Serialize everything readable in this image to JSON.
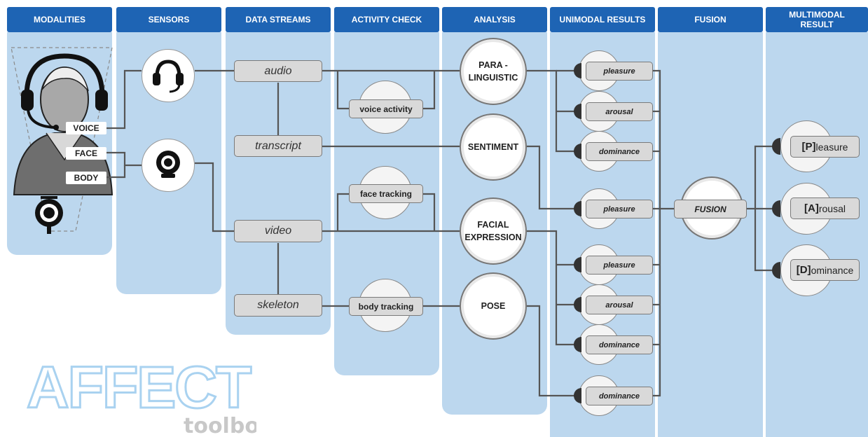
{
  "columns": {
    "modalities": "MODALITIES",
    "sensors": "SENSORS",
    "data_streams": "DATA STREAMS",
    "activity_check": "ACTIVITY CHECK",
    "analysis": "ANALYSIS",
    "unimodal_results": "UNIMODAL RESULTS",
    "fusion": "FUSION",
    "multimodal_result": "MULTIMODAL RESULT"
  },
  "modality_tags": {
    "voice": "VOICE",
    "face": "FACE",
    "body": "BODY"
  },
  "streams": {
    "audio": "audio",
    "transcript": "transcript",
    "video": "video",
    "skeleton": "skeleton"
  },
  "activity": {
    "voice": "voice activity",
    "face": "face tracking",
    "body": "body tracking"
  },
  "analysis": {
    "para": "PARA -\nLINGUISTIC",
    "sentiment": "SENTIMENT",
    "facial": "FACIAL\nEXPRESSION",
    "pose": "POSE"
  },
  "unimodal": {
    "p1": "pleasure",
    "a1": "arousal",
    "d1": "dominance",
    "p2": "pleasure",
    "p3": "pleasure",
    "a3": "arousal",
    "d3": "dominance",
    "d4": "dominance"
  },
  "fusion": {
    "label": "FUSION"
  },
  "multimodal": {
    "p_key": "[P]",
    "p_rest": "leasure",
    "a_key": "[A]",
    "a_rest": "rousal",
    "d_key": "[D]",
    "d_rest": "ominance"
  },
  "logo": {
    "main": "AFFECT",
    "sub": "toolbox"
  },
  "colors": {
    "header": "#1e64b4",
    "column": "#bcd7ee",
    "connector": "#555555"
  }
}
